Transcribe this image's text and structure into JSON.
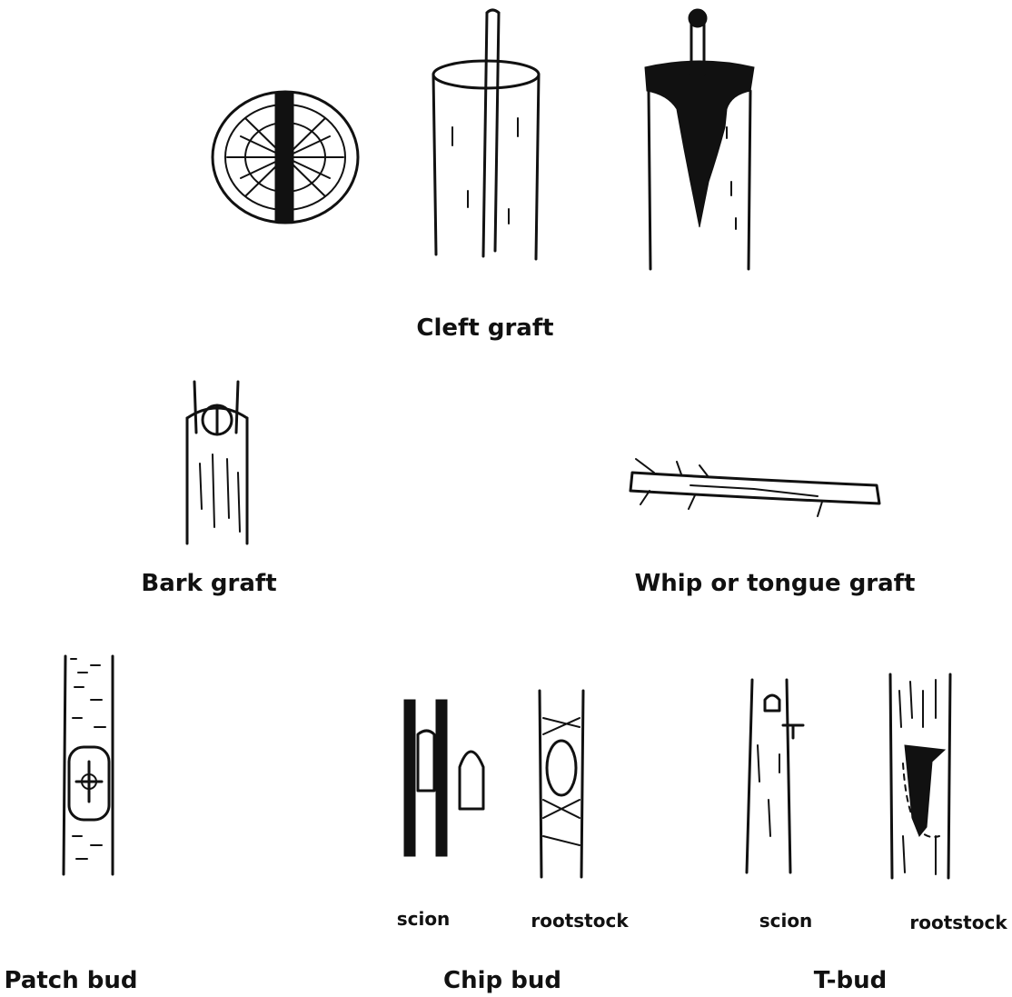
{
  "labels": {
    "cleft_graft": "Cleft graft",
    "bark_graft": "Bark graft",
    "whip_graft": "Whip or tongue graft",
    "patch_bud": "Patch bud",
    "chip_bud": "Chip bud",
    "t_bud": "T-bud",
    "chip_scion": "scion",
    "chip_rootstock": "rootstock",
    "t_scion": "scion",
    "t_rootstock": "rootstock"
  },
  "colors": {
    "ink": "#111111",
    "background": "#ffffff"
  }
}
